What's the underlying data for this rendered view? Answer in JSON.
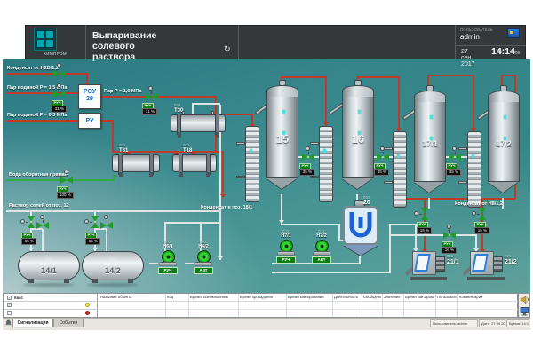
{
  "header": {
    "logo_caption": "ХИМПРОМ",
    "title": "Выпаривание солевого раствора",
    "user_label": "ПОЛЬЗОВАТЕЛЬ",
    "user_name": "admin",
    "date": "27 сен 2017",
    "time": "14:14",
    "seconds": "08"
  },
  "icons": {
    "refresh": "↻",
    "sound_button": "speaker-icon",
    "screen_button": "monitor-icon",
    "user_badge": "user-card-icon"
  },
  "colors": {
    "accent_teal": "#00a9b2",
    "pipe_red": "#bf3a2b",
    "pipe_green": "#2fae3e",
    "pipe_white": "#dfe5e6",
    "valve_green": "#1e9e28",
    "badge_green": "#0d7f12",
    "alarm_yellow": "#f5e23a",
    "alarm_red": "#d8291c"
  },
  "lines": {
    "condensate_n2v": "Конденсат от Н2В/1,2",
    "steam_15": "Пар водяной P = 1,5 МПа",
    "steam_10": "Пар P = 1,0 МПа",
    "steam_03": "Пар водяной P = 0,3 МПа",
    "water": "Вода оборотная прямая",
    "salt_solution": "Раствор солей от поз. 12",
    "condensate_18": "Конденсат в поз. 18/1",
    "condensate_n8": "Конденсат от Н8/1,2"
  },
  "equipment": {
    "pos_label": "ПОЗ.",
    "rou_line1": "РОУ",
    "rou_line2": "29",
    "ru": "РУ",
    "t30": "Т30",
    "t31": "Т31",
    "t18": "Т18",
    "tank1": "14/1",
    "tank2": "14/2",
    "pump_n61": "Н6/1",
    "pump_n62": "Н6/2",
    "ev15": "15",
    "ev16": "16",
    "ev171": "17/1",
    "ev172": "17/2",
    "tank20": "20",
    "pump_n71": "Н7/1",
    "pump_n72": "Н7/2",
    "cf1": "21/1",
    "cf2": "21/2"
  },
  "valves": {
    "steam15": {
      "mode": "РУЧ",
      "value": "31 %"
    },
    "steam10": {
      "mode": "РУЧ",
      "value": "71 %"
    },
    "water": {
      "mode": "РУЧ",
      "value": "100 %"
    },
    "tank1": {
      "mode": "РУЧ",
      "value": "15 %"
    },
    "tank2": {
      "mode": "РУЧ",
      "value": "15 %"
    },
    "stage1": {
      "mode": "РУЧ",
      "value": "35 %"
    },
    "stage2": {
      "mode": "РУЧ",
      "value": "35 %"
    },
    "stage3": {
      "mode": "РУЧ",
      "value": "35 %"
    },
    "cond1": {
      "mode": "РУЧ",
      "value": "15 %"
    },
    "cond2": {
      "mode": "РУЧ",
      "value": "15 %"
    },
    "cf_feed": {
      "mode": "РУЧ",
      "value": "16 %"
    }
  },
  "pumps": {
    "n61_mode": "РУЧ",
    "n62_mode": "АВТ",
    "n71_mode": "РУЧ",
    "n72_mode": "АВТ"
  },
  "alarm_table": {
    "ack_header": "Квит.",
    "check_glyph": "✓",
    "columns": [
      "Название объекта",
      "Код",
      "Время возникновения",
      "Время пропадания",
      "Время квитирования",
      "Длительность",
      "Сообщение",
      "Значение",
      "Время квитирования",
      "Пользователь",
      "Комментарий"
    ],
    "tabs": [
      "Сигнализация",
      "События"
    ]
  },
  "statusbar": {
    "user": "Пользователь: admin",
    "date": "Дата: 27.09.2017",
    "time": "Время: 14:14:08"
  }
}
